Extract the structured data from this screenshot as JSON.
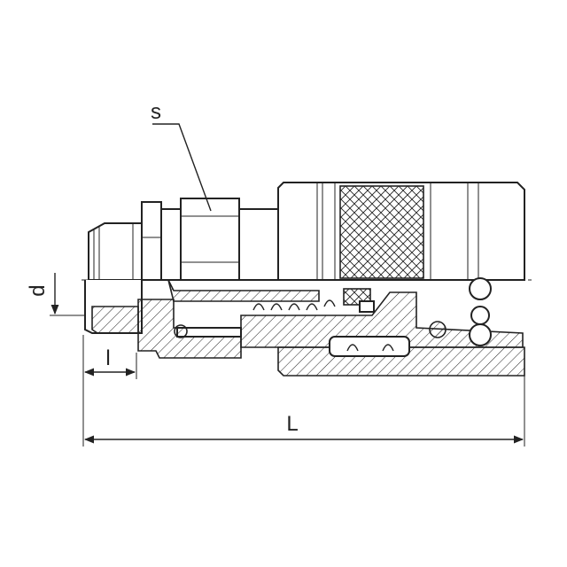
{
  "labels": {
    "s": "s",
    "d": "d",
    "l": "l",
    "L": "L"
  },
  "colors": {
    "line": "#222222",
    "background": "#ffffff"
  }
}
